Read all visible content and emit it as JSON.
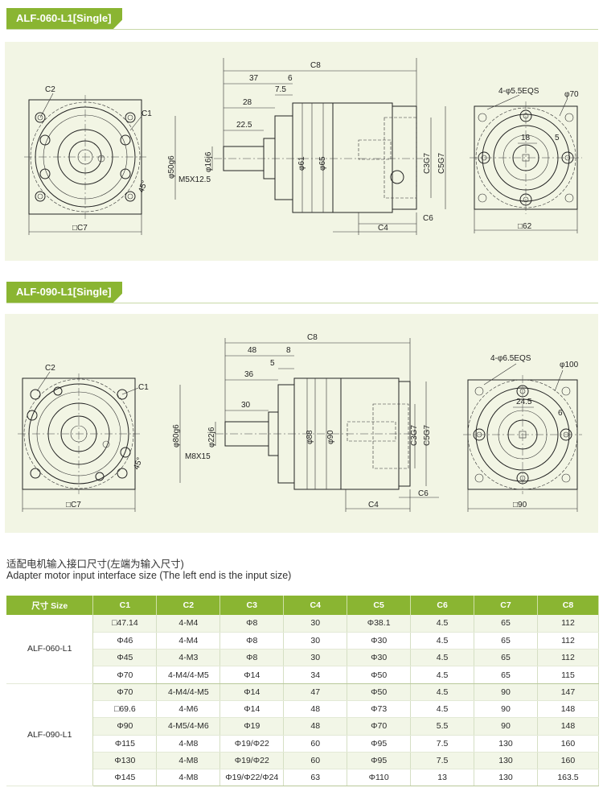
{
  "sections": [
    {
      "title": "ALF-060-L1[Single]",
      "labels": {
        "C2": "C2",
        "C1": "C1",
        "deg45": "45°",
        "sqC7": "□C7",
        "C8": "C8",
        "d37": "37",
        "d6": "6",
        "d7_5": "7.5",
        "d28": "28",
        "d22_5": "22.5",
        "phi50": "φ50g6",
        "phi16": "φ16j6",
        "M5": "M5X12.5",
        "phi61": "φ61",
        "phi65": "φ65",
        "C3G7": "C3G7",
        "C5G7": "C5G7",
        "C6": "C6",
        "C4": "C4",
        "holes": "4-φ5.5EQS",
        "phi70": "φ70",
        "d18": "18",
        "d5": "5",
        "sq62": "□62"
      }
    },
    {
      "title": "ALF-090-L1[Single]",
      "labels": {
        "C2": "C2",
        "C1": "C1",
        "deg45": "45°",
        "sqC7": "□C7",
        "C8": "C8",
        "d48": "48",
        "d8": "8",
        "d5": "5",
        "d36": "36",
        "d30": "30",
        "phi80": "φ80g6",
        "phi22": "φ22j6",
        "M8": "M8X15",
        "phi88": "φ88",
        "phi90": "φ90",
        "C3G7": "C3G7",
        "C5G7": "C5G7",
        "C6": "C6",
        "C4": "C4",
        "holes": "4-φ6.5EQS",
        "phi100": "φ100",
        "d24_5": "24.5",
        "d6": "6",
        "sq90": "□90"
      }
    }
  ],
  "caption": {
    "cn": "适配电机输入接口尺寸(左端为输入尺寸)",
    "en": "Adapter motor input interface size (The left end is the input size)"
  },
  "table": {
    "headers": [
      "尺寸 Size",
      "C1",
      "C2",
      "C3",
      "C4",
      "C5",
      "C6",
      "C7",
      "C8"
    ],
    "groups": [
      {
        "model": "ALF-060-L1",
        "rows": [
          [
            "□47.14",
            "4-M4",
            "Φ8",
            "30",
            "Φ38.1",
            "4.5",
            "65",
            "112"
          ],
          [
            "Φ46",
            "4-M4",
            "Φ8",
            "30",
            "Φ30",
            "4.5",
            "65",
            "112"
          ],
          [
            "Φ45",
            "4-M3",
            "Φ8",
            "30",
            "Φ30",
            "4.5",
            "65",
            "112"
          ],
          [
            "Φ70",
            "4-M4/4-M5",
            "Φ14",
            "34",
            "Φ50",
            "4.5",
            "65",
            "115"
          ]
        ]
      },
      {
        "model": "ALF-090-L1",
        "rows": [
          [
            "Φ70",
            "4-M4/4-M5",
            "Φ14",
            "47",
            "Φ50",
            "4.5",
            "90",
            "147"
          ],
          [
            "□69.6",
            "4-M6",
            "Φ14",
            "48",
            "Φ73",
            "4.5",
            "90",
            "148"
          ],
          [
            "Φ90",
            "4-M5/4-M6",
            "Φ19",
            "48",
            "Φ70",
            "5.5",
            "90",
            "148"
          ],
          [
            "Φ115",
            "4-M8",
            "Φ19/Φ22",
            "60",
            "Φ95",
            "7.5",
            "130",
            "160"
          ],
          [
            "Φ130",
            "4-M8",
            "Φ19/Φ22",
            "60",
            "Φ95",
            "7.5",
            "130",
            "160"
          ],
          [
            "Φ145",
            "4-M8",
            "Φ19/Φ22/Φ24",
            "63",
            "Φ110",
            "13",
            "130",
            "163.5"
          ]
        ]
      }
    ]
  }
}
